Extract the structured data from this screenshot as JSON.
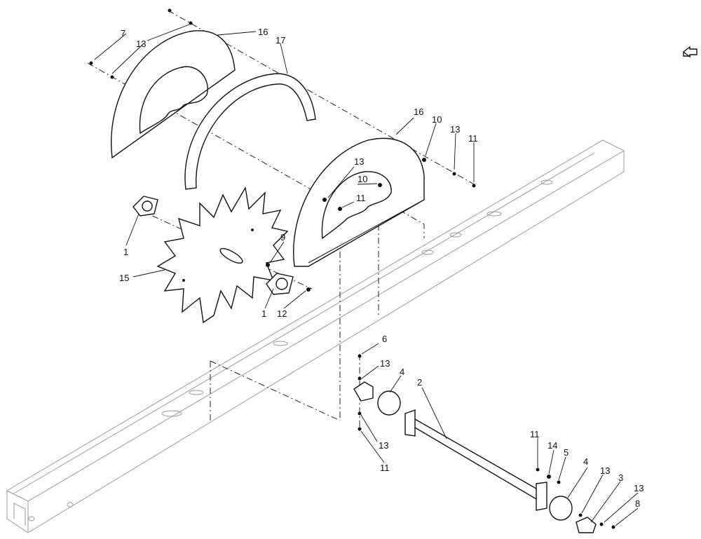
{
  "callouts": {
    "c7": "7",
    "c13a": "13",
    "c16a": "16",
    "c17": "17",
    "c16b": "16",
    "c10a": "10",
    "c13b": "13",
    "c11a": "11",
    "c13c": "13",
    "c10b": "10",
    "c11b": "11",
    "c1a": "1",
    "c9": "9",
    "c15": "15",
    "c1b": "1",
    "c12": "12",
    "c6": "6",
    "c13d": "13",
    "c4a": "4",
    "c2": "2",
    "c13e": "13",
    "c11c": "11",
    "c11d": "11",
    "c14": "14",
    "c5": "5",
    "c4b": "4",
    "c13f": "13",
    "c3": "3",
    "c13g": "13",
    "c8": "8"
  }
}
